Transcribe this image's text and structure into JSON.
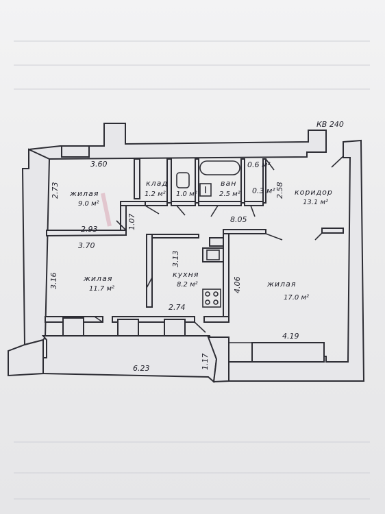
{
  "plan": {
    "apartment": "КВ 240",
    "rooms": {
      "bedroom1": {
        "name": "жилая",
        "area": "9.0 м²"
      },
      "storage": {
        "name": "клад",
        "area": "1.2 м²"
      },
      "wc": {
        "area": "1.0 м²"
      },
      "bath": {
        "name": "ван",
        "area": "2.5 м²"
      },
      "corridor": {
        "name": "коридор",
        "area": "13.1 м²"
      },
      "bedroom2": {
        "name": "жилая",
        "area": "11.7 м²"
      },
      "kitchen": {
        "name": "кухня",
        "area": "8.2 м²"
      },
      "bedroom3": {
        "name": "жилая",
        "area": "17.0 м²"
      }
    },
    "dims": {
      "d1": "3.60",
      "d2": "2.73",
      "d3": "2.93",
      "d4": "1.07",
      "d5": "0.6 м²",
      "d6": "0.3 м²",
      "d7": "2.58",
      "d8": "8.05",
      "d9": "3.70",
      "d10": "3.16",
      "d11": "3.13",
      "d12": "2.74",
      "d13": "4.06",
      "d14": "4.19",
      "d15": "6.23",
      "d16": "1.17"
    }
  }
}
